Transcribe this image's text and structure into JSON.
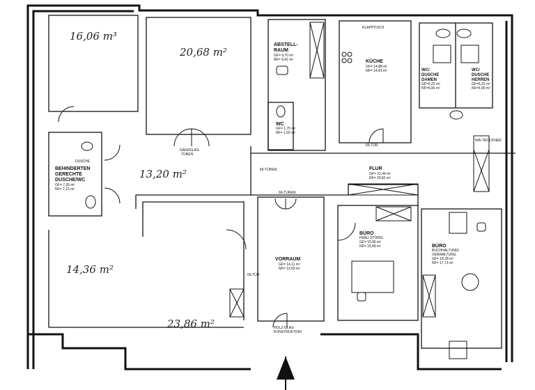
{
  "plan": {
    "handwritten_areas": {
      "room_top_left": "16,06 m³",
      "room_top_middle": "20,68 m²",
      "hall_west": "13,20 m²",
      "room_bottom_left": "14,36 m²",
      "room_bottom_middle": "23,86 m²"
    },
    "rooms": {
      "abstellraum": {
        "name1": "ABSTELL-",
        "name2": "RAUM",
        "gf": "GF= 9,70 m²",
        "nf": "NF= 9,41 m²"
      },
      "wc": {
        "name": "WC",
        "gf": "GF= 1,75 m²",
        "nf": "NF= 1,69 m²"
      },
      "kueche": {
        "name": "KÜCHE",
        "gf": "GF= 14,88 m²",
        "nf": "NF= 14,43 m²",
        "note": "KLAPPTISCH",
        "door": "66-TÜR"
      },
      "wc_damen": {
        "name1": "WC/",
        "name2": "DUSCHE",
        "name3": "DAMEN",
        "gf": "GF=5,22 m²",
        "nf": "NF=5,06 m²"
      },
      "wc_herren": {
        "name1": "WC/",
        "name2": "DUSCHE",
        "name3": "HERREN",
        "gf": "GF=5,22 m²",
        "nf": "NF=5,06 m²"
      },
      "behinderten": {
        "name1": "BEHINDERTEN",
        "name2": "GERECHTE",
        "name3": "DUSCHE/WC",
        "note": "DUSCHE",
        "gf": "GF= 7,35 m²",
        "nf": "NF= 7,13 m²"
      },
      "flur": {
        "name": "FLUR",
        "gf": "GF= 21,44 m²",
        "nf": "NF= 20,82 m²",
        "doors1": "66-TÜREN",
        "doors2": "66-TÜREN",
        "glass": "GANZGLAS-",
        "glass2": "TÜREN",
        "dryer": "WÄ-TROCKNER"
      },
      "vorraum": {
        "name": "VORRAUM",
        "gf": "GF= 14,11 m²",
        "nf": "NF= 13,69 m²",
        "door": "66-TÜR",
        "construction1": "HOLZ-GLAS-",
        "construction2": "KONSTRUKTION"
      },
      "buero_stoerig": {
        "name": "BÜRO",
        "sub": "FRAU STÖRIG",
        "gf": "GF= 15,96 m²",
        "nf": "NF= 15,48 m²"
      },
      "buero_buchhaltung": {
        "name": "BÜRO",
        "sub1": "BUCHHALTUNG/",
        "sub2": "VERWALTUNG",
        "gf": "GF= 18,28 m²",
        "nf": "NF= 17,73 m²"
      }
    },
    "icons": [
      "north-arrow-icon",
      "toilet-icon",
      "sink-icon",
      "stove-icon",
      "shower-icon",
      "door-swing-icon",
      "chair-icon",
      "desk-icon"
    ]
  }
}
